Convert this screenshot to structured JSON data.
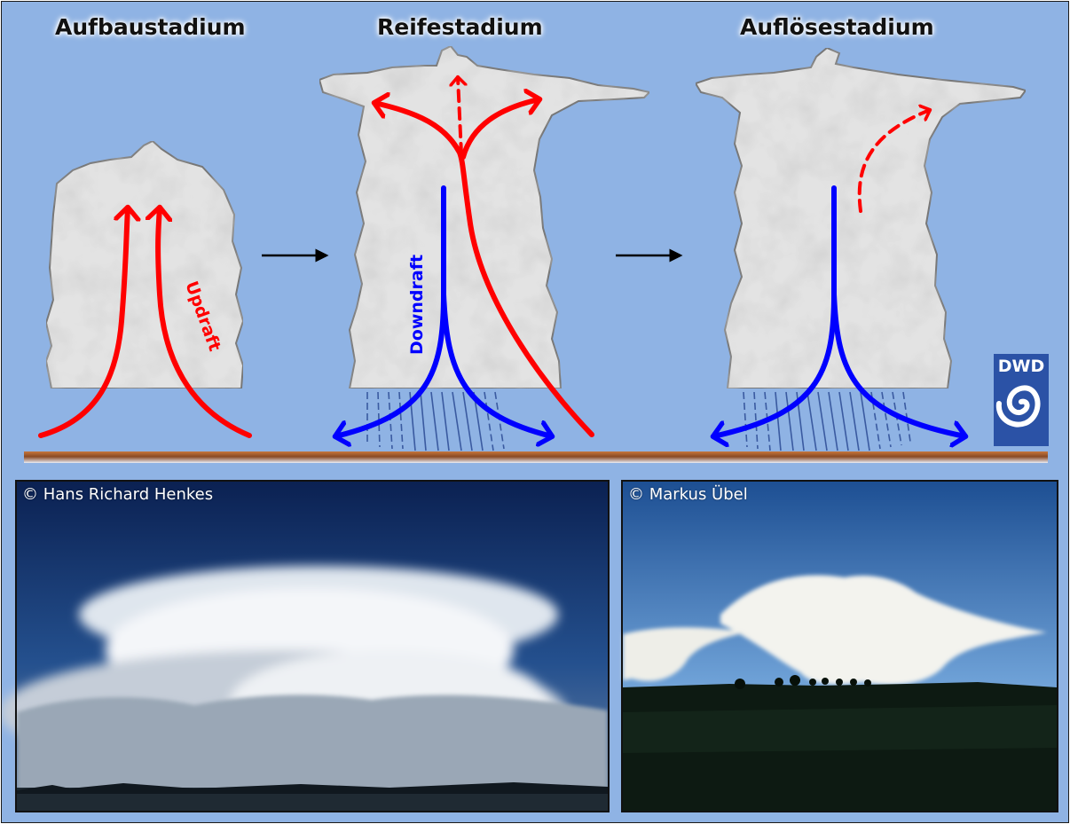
{
  "stages": [
    {
      "title": "Aufbaustadium"
    },
    {
      "title": "Reifestadium"
    },
    {
      "title": "Auflösestadium"
    }
  ],
  "labels": {
    "updraft": "Updraft",
    "downdraft": "Downdraft"
  },
  "logo": {
    "text": "DWD",
    "icon": "spiral-icon"
  },
  "photos": [
    {
      "credit": "© Hans Richard Henkes",
      "subject": "cumulonimbus-anvil-photo"
    },
    {
      "credit": "© Markus Übel",
      "subject": "dissipating-thunderstorm-photo"
    }
  ],
  "colors": {
    "background": "#8fb3e4",
    "updraft": "#ff0000",
    "downdraft": "#0000ff",
    "cloud": "#e3e3e3",
    "rain": "#3a5aa0",
    "ground": "#a0522d",
    "logo": "#2b52a6"
  }
}
